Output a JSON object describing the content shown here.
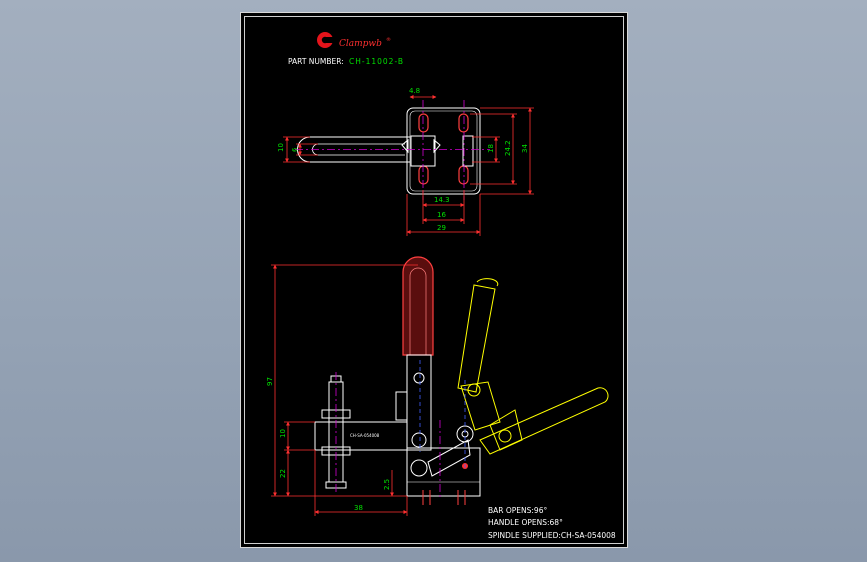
{
  "brand": {
    "name": "Clampwb",
    "registered": "®",
    "logo_color": "#e4141b"
  },
  "part_number": {
    "label": "PART NUMBER:",
    "value": "CH-11002-B"
  },
  "top_view": {
    "dims": [
      "4.8",
      "10",
      "6",
      "14.3",
      "16",
      "29",
      "18",
      "24.2",
      "34"
    ]
  },
  "front_view": {
    "dims": [
      "97",
      "10",
      "22",
      "2.5",
      "38"
    ],
    "spindle_label": "CH-SA-054008"
  },
  "notes": [
    "BAR OPENS:96°",
    "HANDLE OPENS:68°",
    "SPINDLE SUPPLIED:CH-SA-054008"
  ],
  "colors": {
    "background": "#98a6b8",
    "sheet": "#000000",
    "outline": "#ffffff",
    "dimension": "#ff3030",
    "dimension_text": "#00e000",
    "handle": "#ffff00",
    "grip": "#ff4040",
    "centerline": "#d000d0",
    "hidden": "#4060ff"
  }
}
